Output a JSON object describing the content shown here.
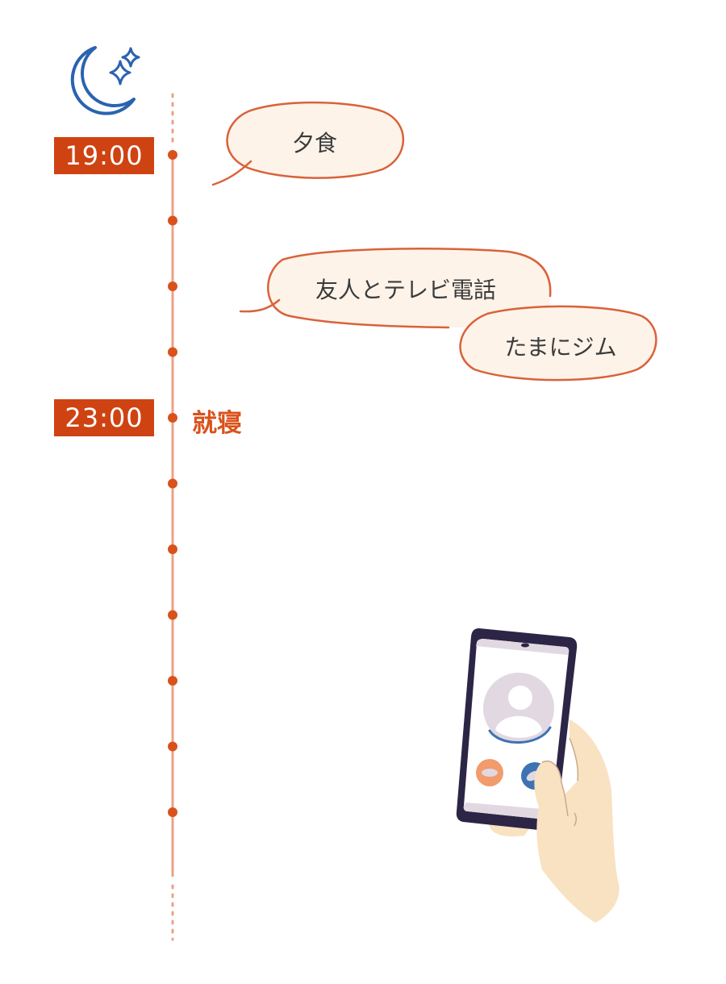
{
  "colors": {
    "accent": "#d9521c",
    "line": "#eba285",
    "badge": "#cf4312",
    "bubble_fill": "#fdf3e9",
    "bubble_stroke": "#d9623a",
    "moon": "#2a63b0",
    "bubble_text": "#3b3b3b",
    "phone_body": "#2d2545",
    "skin": "#f8e2c2",
    "avatar": "#e1d8e2",
    "btn_orange": "#f29b6b",
    "btn_blue": "#3e73b3"
  },
  "icons": {
    "top": "moon-stars-icon",
    "bottom": "hand-smartphone-icon"
  },
  "timeline": {
    "badges": [
      {
        "label": "19:00",
        "tick_index": 0
      },
      {
        "label": "23:00",
        "tick_index": 4
      }
    ],
    "tick_count": 11
  },
  "events": {
    "dinner": "夕食",
    "tv_call": "友人とテレビ電話",
    "gym": "たまにジム",
    "sleep": "就寝"
  }
}
